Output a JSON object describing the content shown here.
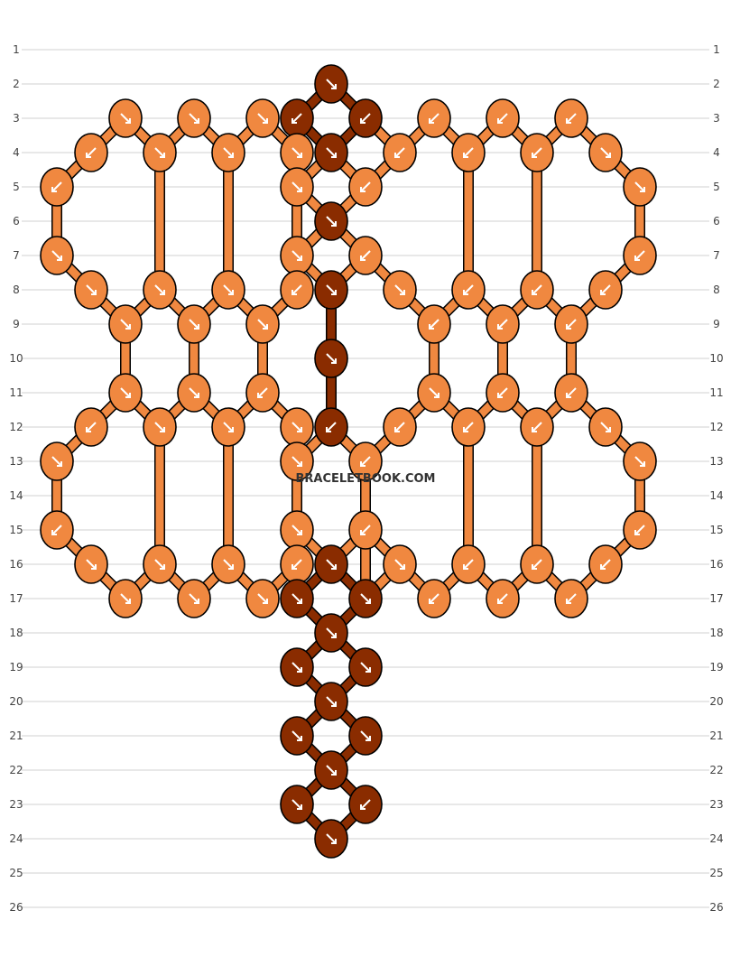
{
  "watermark": "BRACELETBOOK.COM",
  "colors": {
    "B": "#f08840",
    "A": "#8a2c00"
  },
  "legend": {
    "top_threads": [
      "B",
      "B",
      "B",
      "B",
      "B",
      "B",
      "B",
      "B",
      "A",
      "A",
      "A",
      "A",
      "B",
      "B",
      "B",
      "B",
      "B",
      "B",
      "B",
      "B"
    ],
    "bottom_threads": [
      "B",
      "B",
      "B",
      "B",
      "B",
      "B",
      "B",
      "B",
      "A",
      "A",
      "A",
      "A",
      "B",
      "B",
      "B",
      "B",
      "B",
      "B",
      "B",
      "B"
    ]
  },
  "row_numbers": [
    "1",
    "2",
    "3",
    "4",
    "5",
    "6",
    "7",
    "8",
    "9",
    "10",
    "11",
    "12",
    "13",
    "14",
    "15",
    "16",
    "17",
    "18",
    "19",
    "20",
    "21",
    "22",
    "23",
    "24",
    "25",
    "26"
  ],
  "knots": [
    {
      "row": 2,
      "col": 9,
      "color": "A",
      "dir": "down-right"
    },
    {
      "row": 3,
      "col": 3,
      "color": "B",
      "dir": "down-right"
    },
    {
      "row": 3,
      "col": 5,
      "color": "B",
      "dir": "down-right"
    },
    {
      "row": 3,
      "col": 7,
      "color": "B",
      "dir": "down-right"
    },
    {
      "row": 3,
      "col": 8,
      "color": "A",
      "dir": "down-left"
    },
    {
      "row": 3,
      "col": 10,
      "color": "A",
      "dir": "down-left"
    },
    {
      "row": 3,
      "col": 12,
      "color": "B",
      "dir": "down-left"
    },
    {
      "row": 3,
      "col": 14,
      "color": "B",
      "dir": "down-left"
    },
    {
      "row": 3,
      "col": 16,
      "color": "B",
      "dir": "down-left"
    },
    {
      "row": 4,
      "col": 2,
      "color": "B",
      "dir": "down-left"
    },
    {
      "row": 4,
      "col": 4,
      "color": "B",
      "dir": "down-right"
    },
    {
      "row": 4,
      "col": 6,
      "color": "B",
      "dir": "down-right"
    },
    {
      "row": 4,
      "col": 8,
      "color": "B",
      "dir": "down-right"
    },
    {
      "row": 4,
      "col": 9,
      "color": "A",
      "dir": "down-right"
    },
    {
      "row": 4,
      "col": 11,
      "color": "B",
      "dir": "down-left"
    },
    {
      "row": 4,
      "col": 13,
      "color": "B",
      "dir": "down-left"
    },
    {
      "row": 4,
      "col": 15,
      "color": "B",
      "dir": "down-left"
    },
    {
      "row": 4,
      "col": 17,
      "color": "B",
      "dir": "down-right"
    },
    {
      "row": 5,
      "col": 1,
      "color": "B",
      "dir": "down-left"
    },
    {
      "row": 5,
      "col": 8,
      "color": "B",
      "dir": "down-right"
    },
    {
      "row": 5,
      "col": 10,
      "color": "B",
      "dir": "down-left"
    },
    {
      "row": 5,
      "col": 18,
      "color": "B",
      "dir": "down-right"
    },
    {
      "row": 6,
      "col": 9,
      "color": "A",
      "dir": "down-right"
    },
    {
      "row": 7,
      "col": 1,
      "color": "B",
      "dir": "down-right"
    },
    {
      "row": 7,
      "col": 8,
      "color": "B",
      "dir": "down-right"
    },
    {
      "row": 7,
      "col": 10,
      "color": "B",
      "dir": "down-left"
    },
    {
      "row": 7,
      "col": 18,
      "color": "B",
      "dir": "down-left"
    },
    {
      "row": 8,
      "col": 2,
      "color": "B",
      "dir": "down-right"
    },
    {
      "row": 8,
      "col": 4,
      "color": "B",
      "dir": "down-right"
    },
    {
      "row": 8,
      "col": 6,
      "color": "B",
      "dir": "down-right"
    },
    {
      "row": 8,
      "col": 8,
      "color": "B",
      "dir": "down-left"
    },
    {
      "row": 8,
      "col": 9,
      "color": "A",
      "dir": "down-right"
    },
    {
      "row": 8,
      "col": 11,
      "color": "B",
      "dir": "down-right"
    },
    {
      "row": 8,
      "col": 13,
      "color": "B",
      "dir": "down-left"
    },
    {
      "row": 8,
      "col": 15,
      "color": "B",
      "dir": "down-left"
    },
    {
      "row": 8,
      "col": 17,
      "color": "B",
      "dir": "down-left"
    },
    {
      "row": 9,
      "col": 3,
      "color": "B",
      "dir": "down-right"
    },
    {
      "row": 9,
      "col": 5,
      "color": "B",
      "dir": "down-right"
    },
    {
      "row": 9,
      "col": 7,
      "color": "B",
      "dir": "down-right"
    },
    {
      "row": 9,
      "col": 12,
      "color": "B",
      "dir": "down-left"
    },
    {
      "row": 9,
      "col": 14,
      "color": "B",
      "dir": "down-left"
    },
    {
      "row": 9,
      "col": 16,
      "color": "B",
      "dir": "down-left"
    },
    {
      "row": 10,
      "col": 9,
      "color": "A",
      "dir": "down-right"
    },
    {
      "row": 11,
      "col": 3,
      "color": "B",
      "dir": "down-right"
    },
    {
      "row": 11,
      "col": 5,
      "color": "B",
      "dir": "down-right"
    },
    {
      "row": 11,
      "col": 7,
      "color": "B",
      "dir": "down-left"
    },
    {
      "row": 11,
      "col": 12,
      "color": "B",
      "dir": "down-right"
    },
    {
      "row": 11,
      "col": 14,
      "color": "B",
      "dir": "down-left"
    },
    {
      "row": 11,
      "col": 16,
      "color": "B",
      "dir": "down-left"
    },
    {
      "row": 12,
      "col": 2,
      "color": "B",
      "dir": "down-left"
    },
    {
      "row": 12,
      "col": 4,
      "color": "B",
      "dir": "down-right"
    },
    {
      "row": 12,
      "col": 6,
      "color": "B",
      "dir": "down-right"
    },
    {
      "row": 12,
      "col": 8,
      "color": "B",
      "dir": "down-right"
    },
    {
      "row": 12,
      "col": 9,
      "color": "A",
      "dir": "down-left"
    },
    {
      "row": 12,
      "col": 11,
      "color": "B",
      "dir": "down-left"
    },
    {
      "row": 12,
      "col": 13,
      "color": "B",
      "dir": "down-left"
    },
    {
      "row": 12,
      "col": 15,
      "color": "B",
      "dir": "down-left"
    },
    {
      "row": 12,
      "col": 17,
      "color": "B",
      "dir": "down-right"
    },
    {
      "row": 13,
      "col": 1,
      "color": "B",
      "dir": "down-right"
    },
    {
      "row": 13,
      "col": 8,
      "color": "B",
      "dir": "down-right"
    },
    {
      "row": 13,
      "col": 10,
      "color": "B",
      "dir": "down-left"
    },
    {
      "row": 13,
      "col": 18,
      "color": "B",
      "dir": "down-right"
    },
    {
      "row": 15,
      "col": 1,
      "color": "B",
      "dir": "down-left"
    },
    {
      "row": 15,
      "col": 8,
      "color": "B",
      "dir": "down-right"
    },
    {
      "row": 15,
      "col": 10,
      "color": "B",
      "dir": "down-left"
    },
    {
      "row": 15,
      "col": 18,
      "color": "B",
      "dir": "down-left"
    },
    {
      "row": 16,
      "col": 2,
      "color": "B",
      "dir": "down-right"
    },
    {
      "row": 16,
      "col": 4,
      "color": "B",
      "dir": "down-right"
    },
    {
      "row": 16,
      "col": 6,
      "color": "B",
      "dir": "down-right"
    },
    {
      "row": 16,
      "col": 8,
      "color": "B",
      "dir": "down-left"
    },
    {
      "row": 16,
      "col": 9,
      "color": "A",
      "dir": "down-right"
    },
    {
      "row": 16,
      "col": 11,
      "color": "B",
      "dir": "down-right"
    },
    {
      "row": 16,
      "col": 13,
      "color": "B",
      "dir": "down-left"
    },
    {
      "row": 16,
      "col": 15,
      "color": "B",
      "dir": "down-left"
    },
    {
      "row": 16,
      "col": 17,
      "color": "B",
      "dir": "down-left"
    },
    {
      "row": 17,
      "col": 3,
      "color": "B",
      "dir": "down-right"
    },
    {
      "row": 17,
      "col": 5,
      "color": "B",
      "dir": "down-right"
    },
    {
      "row": 17,
      "col": 7,
      "color": "B",
      "dir": "down-right"
    },
    {
      "row": 17,
      "col": 8,
      "color": "A",
      "dir": "down-right"
    },
    {
      "row": 17,
      "col": 10,
      "color": "A",
      "dir": "down-right"
    },
    {
      "row": 17,
      "col": 12,
      "color": "B",
      "dir": "down-left"
    },
    {
      "row": 17,
      "col": 14,
      "color": "B",
      "dir": "down-left"
    },
    {
      "row": 17,
      "col": 16,
      "color": "B",
      "dir": "down-left"
    },
    {
      "row": 18,
      "col": 9,
      "color": "A",
      "dir": "down-right"
    },
    {
      "row": 19,
      "col": 8,
      "color": "A",
      "dir": "down-right"
    },
    {
      "row": 19,
      "col": 10,
      "color": "A",
      "dir": "down-right"
    },
    {
      "row": 20,
      "col": 9,
      "color": "A",
      "dir": "down-right"
    },
    {
      "row": 21,
      "col": 8,
      "color": "A",
      "dir": "down-right"
    },
    {
      "row": 21,
      "col": 10,
      "color": "A",
      "dir": "down-right"
    },
    {
      "row": 22,
      "col": 9,
      "color": "A",
      "dir": "down-right"
    },
    {
      "row": 23,
      "col": 8,
      "color": "A",
      "dir": "down-right"
    },
    {
      "row": 23,
      "col": 10,
      "color": "A",
      "dir": "down-left"
    },
    {
      "row": 24,
      "col": 9,
      "color": "A",
      "dir": "down-right"
    }
  ]
}
